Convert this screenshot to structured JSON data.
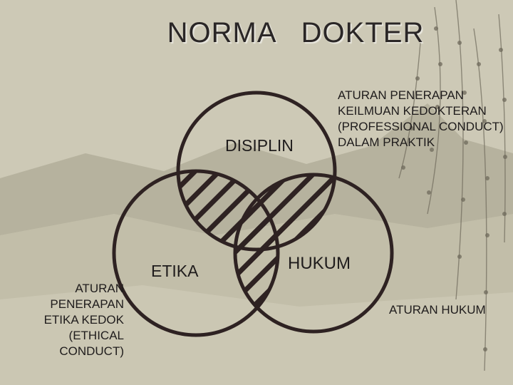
{
  "title": "NORMA   DOKTER",
  "sets": {
    "disiplin": "DISIPLIN",
    "etika": "ETIKA",
    "hukum": "HUKUM"
  },
  "notes": {
    "disiplin": "ATURAN PENERAPAN KEILMUAN KEDOKTERAN (PROFESSIONAL CONDUCT) DALAM PRAKTIK",
    "etika": "ATURAN PENERAPAN ETIKA KEDOK (ETHICAL CONDUCT)",
    "hukum": "ATURAN HUKUM"
  },
  "colors": {
    "circle": "#2e2222",
    "hatch": "#2e2222",
    "background": "#c9c5b2",
    "text": "#1f1c1c"
  }
}
